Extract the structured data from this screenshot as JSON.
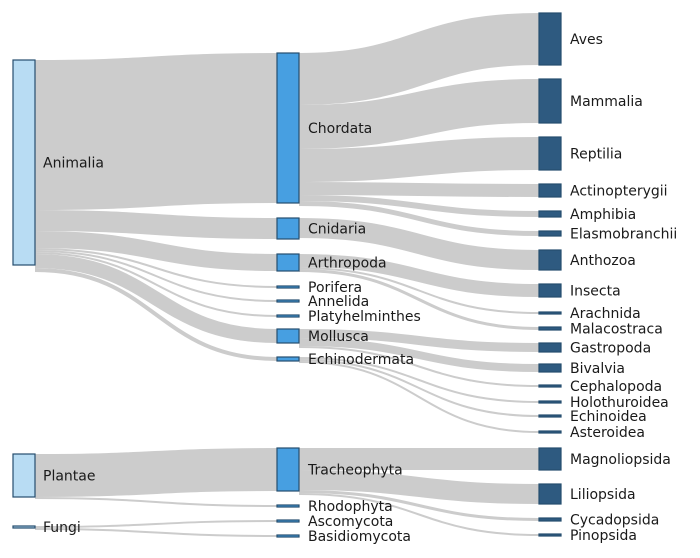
{
  "colors": {
    "link": "#cccccc",
    "kingdom_fill": "#b8dcf3",
    "phylum_fill": "#479fe1",
    "class_fill": "#2e5a80",
    "node_stroke": "#264e6e"
  },
  "kingdoms": [
    {
      "id": "animalia",
      "label": "Animalia"
    },
    {
      "id": "plantae",
      "label": "Plantae"
    },
    {
      "id": "fungi",
      "label": "Fungi"
    }
  ],
  "phyla": [
    {
      "id": "chordata",
      "label": "Chordata",
      "parent": "animalia"
    },
    {
      "id": "cnidaria",
      "label": "Cnidaria",
      "parent": "animalia"
    },
    {
      "id": "arthropoda",
      "label": "Arthropoda",
      "parent": "animalia"
    },
    {
      "id": "porifera",
      "label": "Porifera",
      "parent": "animalia"
    },
    {
      "id": "annelida",
      "label": "Annelida",
      "parent": "animalia"
    },
    {
      "id": "platyhelminthes",
      "label": "Platyhelminthes",
      "parent": "animalia"
    },
    {
      "id": "mollusca",
      "label": "Mollusca",
      "parent": "animalia"
    },
    {
      "id": "echinodermata",
      "label": "Echinodermata",
      "parent": "animalia"
    },
    {
      "id": "tracheophyta",
      "label": "Tracheophyta",
      "parent": "plantae"
    },
    {
      "id": "rhodophyta",
      "label": "Rhodophyta",
      "parent": "plantae"
    },
    {
      "id": "ascomycota",
      "label": "Ascomycota",
      "parent": "fungi"
    },
    {
      "id": "basidiomycota",
      "label": "Basidiomycota",
      "parent": "fungi"
    }
  ],
  "classes": [
    {
      "id": "aves",
      "label": "Aves",
      "parent": "chordata"
    },
    {
      "id": "mammalia",
      "label": "Mammalia",
      "parent": "chordata"
    },
    {
      "id": "reptilia",
      "label": "Reptilia",
      "parent": "chordata"
    },
    {
      "id": "actinopterygii",
      "label": "Actinopterygii",
      "parent": "chordata"
    },
    {
      "id": "amphibia",
      "label": "Amphibia",
      "parent": "chordata"
    },
    {
      "id": "elasmobranchii",
      "label": "Elasmobranchii",
      "parent": "chordata"
    },
    {
      "id": "anthozoa",
      "label": "Anthozoa",
      "parent": "cnidaria"
    },
    {
      "id": "insecta",
      "label": "Insecta",
      "parent": "arthropoda"
    },
    {
      "id": "arachnida",
      "label": "Arachnida",
      "parent": "arthropoda"
    },
    {
      "id": "malacostraca",
      "label": "Malacostraca",
      "parent": "arthropoda"
    },
    {
      "id": "gastropoda",
      "label": "Gastropoda",
      "parent": "mollusca"
    },
    {
      "id": "bivalvia",
      "label": "Bivalvia",
      "parent": "mollusca"
    },
    {
      "id": "cephalopoda",
      "label": "Cephalopoda",
      "parent": "mollusca"
    },
    {
      "id": "holothuroidea",
      "label": "Holothuroidea",
      "parent": "echinodermata"
    },
    {
      "id": "echinoidea",
      "label": "Echinoidea",
      "parent": "echinodermata"
    },
    {
      "id": "asteroidea",
      "label": "Asteroidea",
      "parent": "echinodermata"
    },
    {
      "id": "magnoliopsida",
      "label": "Magnoliopsida",
      "parent": "tracheophyta"
    },
    {
      "id": "liliopsida",
      "label": "Liliopsida",
      "parent": "tracheophyta"
    },
    {
      "id": "cycadopsida",
      "label": "Cycadopsida",
      "parent": "tracheophyta"
    },
    {
      "id": "pinopsida",
      "label": "Pinopsida",
      "parent": "tracheophyta"
    }
  ]
}
